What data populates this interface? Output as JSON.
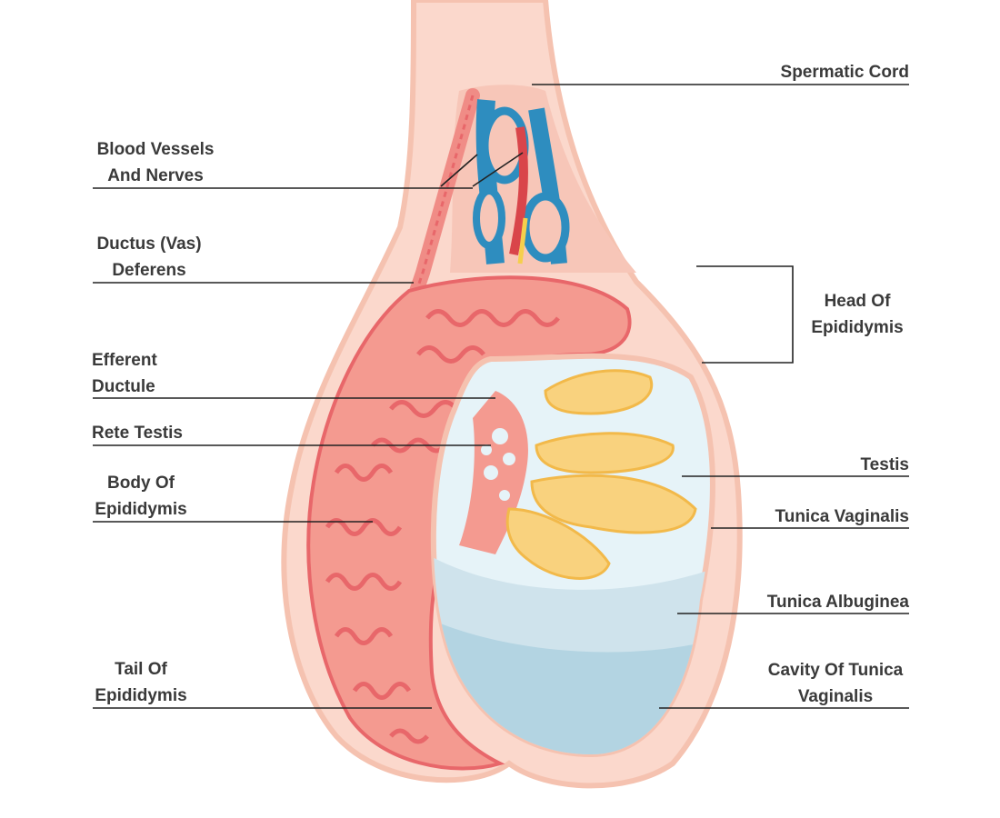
{
  "labels": {
    "spermatic_cord": "Spermatic Cord",
    "blood_vessels": [
      "Blood Vessels",
      "And Nerves"
    ],
    "ductus_deferens": [
      "Ductus (Vas)",
      "Deferens"
    ],
    "head_epididymis": [
      "Head Of",
      "Epididymis"
    ],
    "efferent_ductule": [
      "Efferent",
      "Ductule"
    ],
    "rete_testis": "Rete Testis",
    "body_epididymis": [
      "Body Of",
      "Epididymis"
    ],
    "testis": "Testis",
    "tunica_vaginalis": "Tunica Vaginalis",
    "tunica_albuginea": "Tunica Albuginea",
    "tail_epididymis": [
      "Tail Of",
      "Epididymis"
    ],
    "cavity_tunica_vaginalis": [
      "Cavity Of Tunica",
      "Vaginalis"
    ]
  },
  "colors": {
    "outer_skin": "#fbd8cc",
    "skin_edge": "#f5c2b0",
    "epididymis": "#f49a90",
    "epididymis_dark": "#e8676a",
    "vessel_blue": "#2e8dbf",
    "vessel_red": "#d9454a",
    "tubule_yellow": "#f9d27e",
    "testis_light": "#e6f3f8",
    "cavity_blue": "#b3d4e2",
    "leader_line": "#222222"
  }
}
